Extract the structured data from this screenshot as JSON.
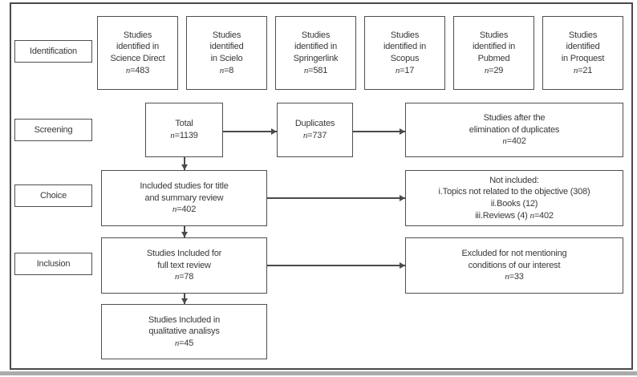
{
  "diagram": {
    "type": "prisma-flowchart",
    "stages": [
      {
        "label": "Identification"
      },
      {
        "label": "Screening"
      },
      {
        "label": "Choice"
      },
      {
        "label": "Inclusion"
      }
    ],
    "sources": [
      {
        "label": "Studies\nidentified in\nScience Direct",
        "n": "n=483"
      },
      {
        "label": "Studies\nidentified\nin Scielo",
        "n": "n=8"
      },
      {
        "label": "Studies\nidentified in\nSpringerlink",
        "n": "n=581"
      },
      {
        "label": "Studies\nidentified in\nScopus",
        "n": "n=17"
      },
      {
        "label": "Studies\nidentified in\nPubmed",
        "n": "n=29"
      },
      {
        "label": "Studies\nidentified\nin Proquest",
        "n": "n=21"
      }
    ],
    "total": {
      "label": "Total",
      "n": "n=1139"
    },
    "duplicates": {
      "label": "Duplicates",
      "n": "n=737"
    },
    "after_duplicates": {
      "label": "Studies after the\nelimination of duplicates",
      "n": "n=402"
    },
    "title_summary": {
      "label": "Included studies for title\nand summary review",
      "n": "n=402"
    },
    "not_included": {
      "label": "Not included:\ni.Topics not related to the objective (308)\nii.Books (12)",
      "n_prefix": "iii.Reviews (4) ",
      "n": "n=402"
    },
    "full_text": {
      "label": "Studies Included for\nfull text review",
      "n": "n=78"
    },
    "excluded": {
      "label": "Excluded for not mentioning\nconditions of our interest",
      "n": "n=33"
    },
    "qualitative": {
      "label": "Studies Included in\nqualitative analisys",
      "n": "n=45"
    }
  },
  "colors": {
    "border": "#4a4a4a",
    "text": "#383838",
    "background": "#ffffff",
    "bottom_bar": "#ababab"
  }
}
